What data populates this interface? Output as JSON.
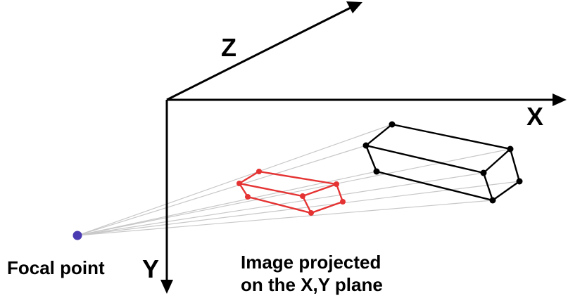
{
  "axes": {
    "x_label": "X",
    "y_label": "Y",
    "z_label": "Z"
  },
  "labels": {
    "focal_point": "Focal point",
    "projection_line1": "Image projected",
    "projection_line2": "on the X,Y plane"
  },
  "colors": {
    "axis": "#000000",
    "object": "#000000",
    "projection": "#e53333",
    "focal_point": "#4b3bb3",
    "rays": "#c8c8c8"
  }
}
